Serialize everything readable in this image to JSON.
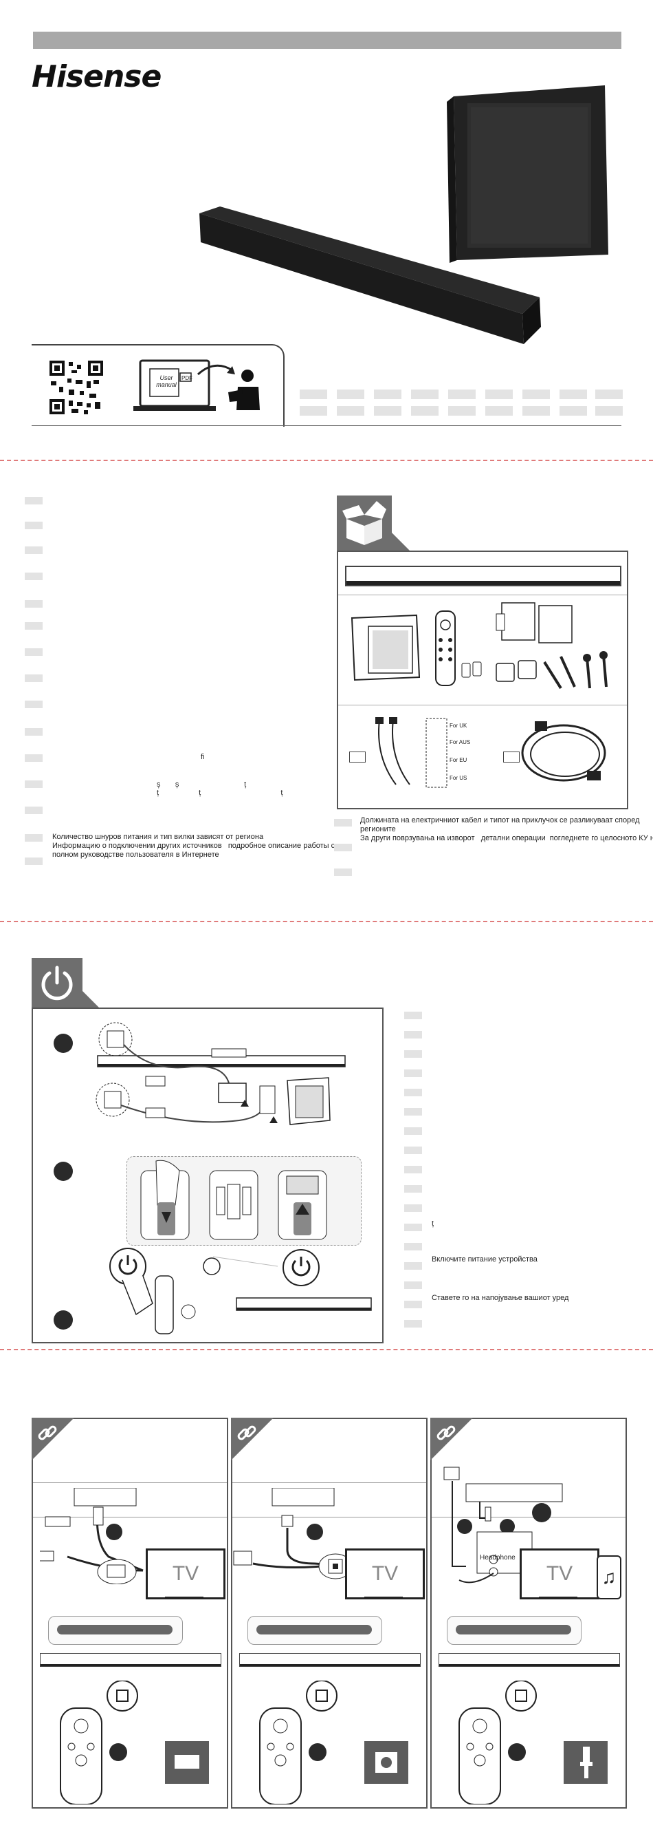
{
  "brand": {
    "logo_text": "Hisense"
  },
  "qr_section": {
    "manual_label": "User manual",
    "pdf_label": "PDF"
  },
  "in_box": {
    "plug_labels": [
      "For UK",
      "For AUS",
      "For EU",
      "For US"
    ]
  },
  "notes": {
    "ru_line1": "Количество шнуров питания и тип вилки зависят от региона",
    "ru_line2": "Информацию о подключении других источников   подробное описание работы см  в",
    "ru_line3": "полном руководстве пользователя в Интернете",
    "mk_line1": "Должината на електричниот кабел и типот на приклучок се разликуваат според",
    "mk_line2": "регионите",
    "mk_line3": "За други поврзувања на изворот   детални операции  погледнете го целосното КУ на веб",
    "glyph_fi": "ﬁ",
    "glyph_row_a": "ș       ș                               ț",
    "glyph_row_b": "ț                   ț                                      ț"
  },
  "power": {
    "ru_text": "Включите питание устройства",
    "mk_text": "Ставете го на напојување вашиот уред",
    "glyph_t": "ț"
  },
  "connections": {
    "tv_label": "TV",
    "headphone_label": "Headphone"
  }
}
